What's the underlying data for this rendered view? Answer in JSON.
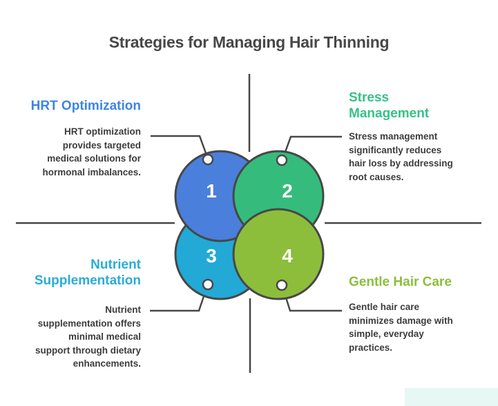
{
  "title": "Strategies for Managing Hair Thinning",
  "quadrants": [
    {
      "number": "1",
      "heading": "HRT Optimization",
      "description": "HRT optimization provides targeted medical solutions for hormonal imbalances.",
      "description_lines": [
        "HRT optimization",
        "provides targeted",
        "medical solutions for",
        "hormonal imbalances."
      ],
      "circle_color": "#4a7fdc",
      "heading_color": "#3d85e4"
    },
    {
      "number": "2",
      "heading": "Stress Management",
      "description": "Stress management significantly reduces hair loss by addressing root causes.",
      "description_lines": [
        "Stress management",
        "significantly reduces",
        "hair loss by addressing",
        "root causes."
      ],
      "circle_color": "#35bc7c",
      "heading_color": "#35c287"
    },
    {
      "number": "3",
      "heading": "Nutrient Supplementation",
      "description": "Nutrient supplementation offers minimal medical support through dietary enhancements.",
      "description_lines": [
        "Nutrient",
        "supplementation offers",
        "minimal medical",
        "support through dietary",
        "enhancements."
      ],
      "circle_color": "#23a9d5",
      "heading_color": "#2aacd8"
    },
    {
      "number": "4",
      "heading": "Gentle Hair Care",
      "description": "Gentle hair care minimizes damage with simple, everyday practices.",
      "description_lines": [
        "Gentle hair care",
        "minimizes damage with",
        "simple, everyday",
        "practices."
      ],
      "circle_color": "#8cbe3c",
      "heading_color": "#8cbe3f"
    }
  ],
  "colors": {
    "outline": "#474747",
    "background": "#ffffff",
    "title_text": "#474747",
    "body_text": "#3c3c3c",
    "number_text": "#ffffff"
  }
}
